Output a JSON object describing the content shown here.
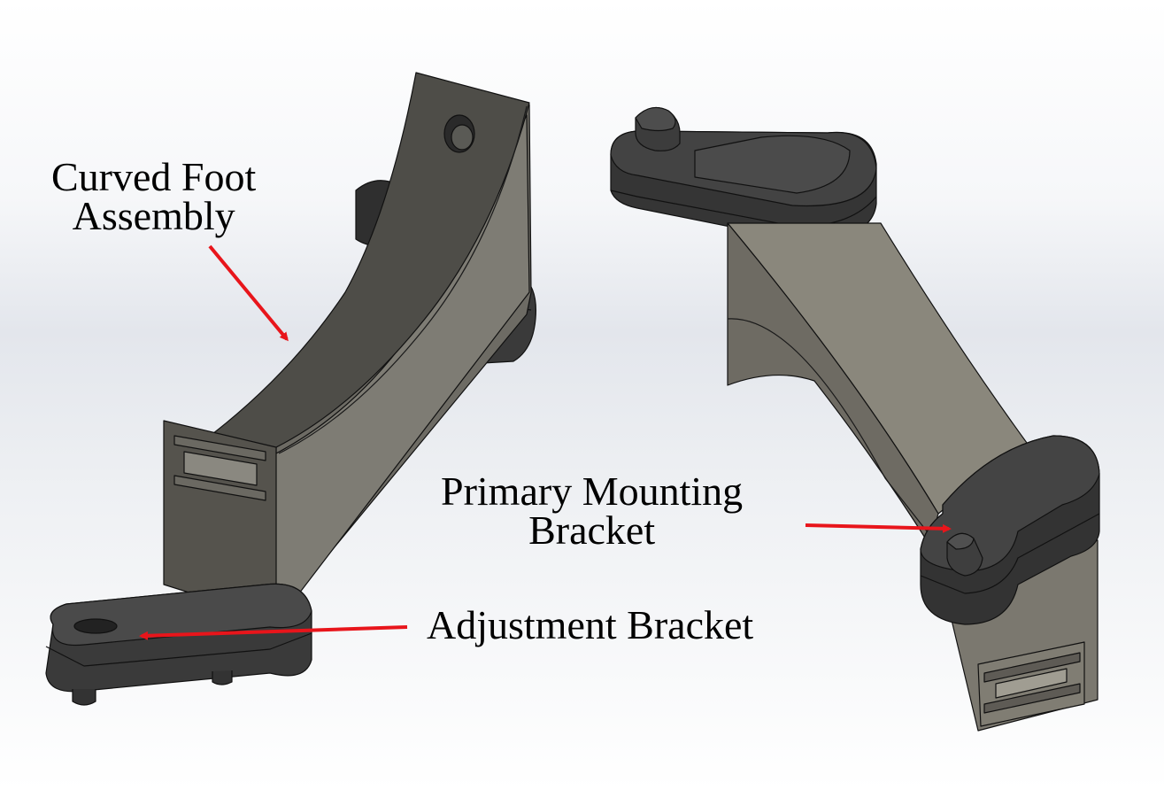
{
  "labels": {
    "curved_foot": {
      "line1": "Curved Foot",
      "line2": "Assembly"
    },
    "primary_bracket": {
      "line1": "Primary Mounting",
      "line2": "Bracket"
    },
    "adjustment_bracket": {
      "line1": "Adjustment Bracket"
    }
  },
  "colors": {
    "arrow": "#e8151b",
    "part_dark": "#3c3c3c",
    "part_mid": "#4e4d48",
    "part_light": "#84837b",
    "edge": "#111111"
  }
}
